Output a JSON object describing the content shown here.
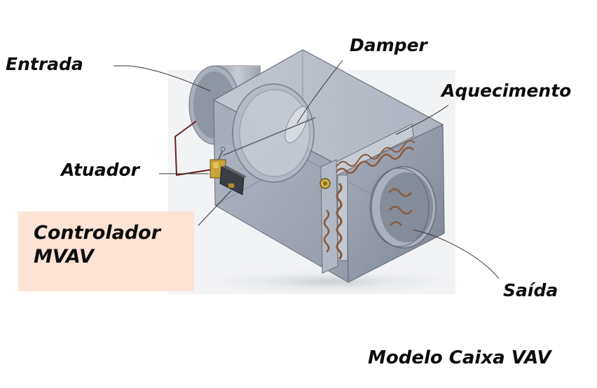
{
  "labels": {
    "entrada": "Entrada",
    "damper": "Damper",
    "aquecimento": "Aquecimento",
    "atuador": "Atuador",
    "controlador_line1": "Controlador",
    "controlador_line2": "MVAV",
    "saida": "Saída",
    "caption": "Modelo Caixa VAV"
  },
  "colors": {
    "controller_box": "#fce3d4",
    "box_metal": "#9aa1b0",
    "coil": "#8a5a3c",
    "actuator": "#c9a23a",
    "wire": "#6b1f1f"
  }
}
